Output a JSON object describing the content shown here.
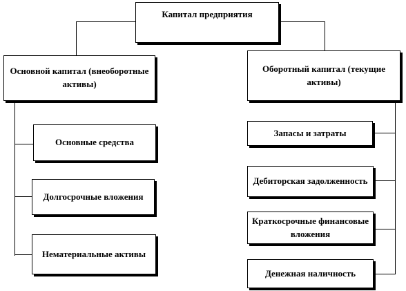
{
  "diagram": {
    "root": {
      "label": "Капитал предприятия"
    },
    "branches": [
      {
        "label": "Основной капитал (внеоборотные активы)",
        "children": [
          {
            "label": "Основные средства"
          },
          {
            "label": "Долгосрочные вложения"
          },
          {
            "label": "Нематериальные активы"
          }
        ]
      },
      {
        "label": "Оборотный капитал (текущие активы)",
        "children": [
          {
            "label": "Запасы и затраты"
          },
          {
            "label": "Дебиторская задолженность"
          },
          {
            "label": "Краткосрочные финансовые вложения"
          },
          {
            "label": "Денежная наличность"
          }
        ]
      }
    ]
  }
}
